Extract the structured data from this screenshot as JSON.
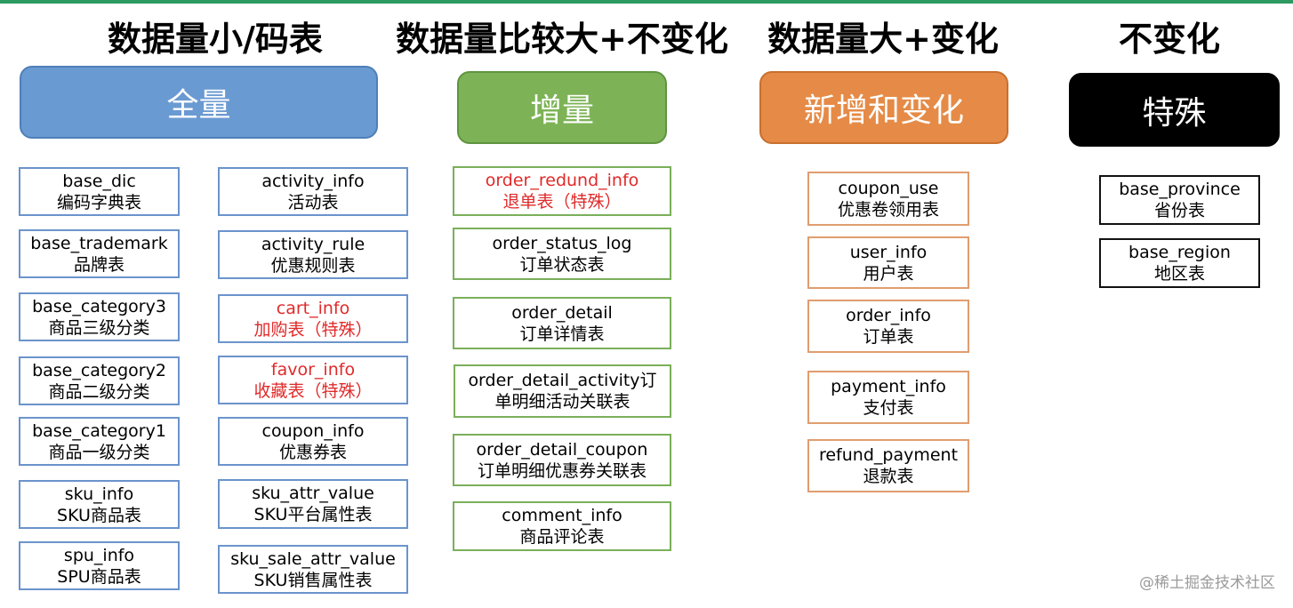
{
  "columns": {
    "full": {
      "heading": "数据量小/码表",
      "label": "全量",
      "color": "#6a9ad2",
      "tables_left": [
        {
          "name": "base_dic",
          "desc": "编码字典表"
        },
        {
          "name": "base_trademark",
          "desc": "品牌表"
        },
        {
          "name": "base_category3",
          "desc": "商品三级分类"
        },
        {
          "name": "base_category2",
          "desc": "商品二级分类"
        },
        {
          "name": "base_category1",
          "desc": "商品一级分类"
        },
        {
          "name": "sku_info",
          "desc": "SKU商品表"
        },
        {
          "name": "spu_info",
          "desc": "SPU商品表"
        }
      ],
      "tables_right": [
        {
          "name": "activity_info",
          "desc": "活动表"
        },
        {
          "name": "activity_rule",
          "desc": "优惠规则表"
        },
        {
          "name": "cart_info",
          "desc": "加购表（特殊）",
          "highlight": true
        },
        {
          "name": "favor_info",
          "desc": "收藏表（特殊）",
          "highlight": true
        },
        {
          "name": "coupon_info",
          "desc": "优惠券表"
        },
        {
          "name": "sku_attr_value",
          "desc": "SKU平台属性表"
        },
        {
          "name": "sku_sale_attr_value",
          "desc": "SKU销售属性表"
        }
      ]
    },
    "incremental": {
      "heading": "数据量比较大+不变化",
      "label": "增量",
      "color": "#7db356",
      "tables": [
        {
          "name": "order_redund_info",
          "desc": "退单表（特殊）",
          "highlight": true
        },
        {
          "name": "order_status_log",
          "desc": "订单状态表"
        },
        {
          "name": "order_detail",
          "desc": "订单详情表"
        },
        {
          "name": "order_detail_activity订",
          "desc": "单明细活动关联表"
        },
        {
          "name": "order_detail_coupon",
          "desc": "订单明细优惠券关联表"
        },
        {
          "name": "comment_info",
          "desc": "商品评论表"
        }
      ]
    },
    "new_and_changed": {
      "heading": "数据量大+变化",
      "label": "新增和变化",
      "color": "#e58b47",
      "tables": [
        {
          "name": "coupon_use",
          "desc": "优惠卷领用表"
        },
        {
          "name": "user_info",
          "desc": "用户表"
        },
        {
          "name": "order_info",
          "desc": "订单表"
        },
        {
          "name": "payment_info",
          "desc": "支付表"
        },
        {
          "name": "refund_payment",
          "desc": "退款表"
        }
      ]
    },
    "special": {
      "heading": "不变化",
      "label": "特殊",
      "color": "#000000",
      "tables": [
        {
          "name": "base_province",
          "desc": "省份表"
        },
        {
          "name": "base_region",
          "desc": "地区表"
        }
      ]
    }
  },
  "watermark": "@稀土掘金技术社区",
  "colors": {
    "highlight": "#e02a2a",
    "top_line": "#2d9a62"
  }
}
